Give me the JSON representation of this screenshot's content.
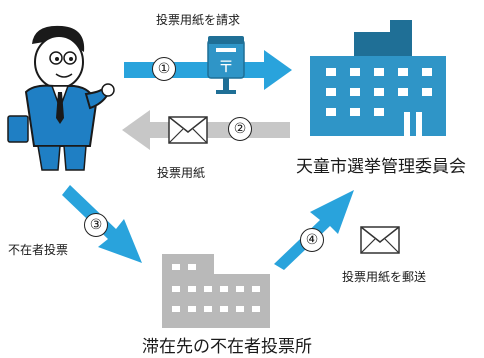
{
  "labels": {
    "request_ballot": "投票用紙を請求",
    "ballot": "投票用紙",
    "absentee_vote": "不在者投票",
    "mail_ballot": "投票用紙を郵送",
    "election_committee": "天童市選挙管理委員会",
    "absentee_office": "滞在先の不在者投票所"
  },
  "steps": [
    "①",
    "②",
    "③",
    "④"
  ],
  "colors": {
    "arrow_blue": "#29a3dc",
    "arrow_gray": "#c7c7c7",
    "building_blue": "#2f95c7",
    "building_dark": "#1f6f96",
    "building_gray": "#b9b9b9",
    "suit_blue": "#1f7fc4"
  }
}
